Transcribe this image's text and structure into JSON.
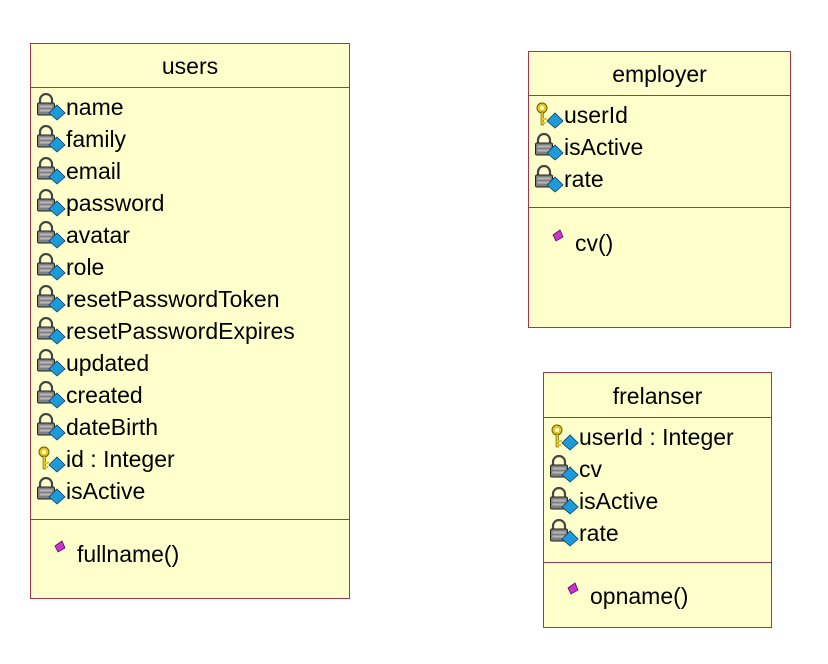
{
  "users": {
    "title": "users",
    "attributes": [
      {
        "label": "name",
        "icon": "private-attribute-icon"
      },
      {
        "label": "family",
        "icon": "private-attribute-icon"
      },
      {
        "label": "email",
        "icon": "private-attribute-icon"
      },
      {
        "label": "password",
        "icon": "private-attribute-icon"
      },
      {
        "label": "avatar",
        "icon": "private-attribute-icon"
      },
      {
        "label": "role",
        "icon": "private-attribute-icon"
      },
      {
        "label": "resetPasswordToken",
        "icon": "private-attribute-icon"
      },
      {
        "label": "resetPasswordExpires",
        "icon": "private-attribute-icon"
      },
      {
        "label": "updated",
        "icon": "private-attribute-icon"
      },
      {
        "label": "created",
        "icon": "private-attribute-icon"
      },
      {
        "label": "dateBirth",
        "icon": "private-attribute-icon"
      },
      {
        "label": "id : Integer",
        "icon": "primary-key-attribute-icon"
      },
      {
        "label": "isActive",
        "icon": "private-attribute-icon"
      }
    ],
    "operations": [
      {
        "label": "fullname()",
        "icon": "public-operation-icon"
      }
    ]
  },
  "employer": {
    "title": "employer",
    "attributes": [
      {
        "label": "userId",
        "icon": "primary-key-attribute-icon"
      },
      {
        "label": "isActive",
        "icon": "private-attribute-icon"
      },
      {
        "label": "rate",
        "icon": "private-attribute-icon"
      }
    ],
    "operations": [
      {
        "label": "cv()",
        "icon": "public-operation-icon"
      }
    ]
  },
  "frelanser": {
    "title": "frelanser",
    "attributes": [
      {
        "label": "userId : Integer",
        "icon": "primary-key-attribute-icon"
      },
      {
        "label": "cv",
        "icon": "private-attribute-icon"
      },
      {
        "label": "isActive",
        "icon": "private-attribute-icon"
      },
      {
        "label": "rate",
        "icon": "private-attribute-icon"
      }
    ],
    "operations": [
      {
        "label": "opname()",
        "icon": "public-operation-icon"
      }
    ]
  },
  "colors": {
    "box_fill": "#ffffcc",
    "box_border": "#a0384a",
    "attribute_diamond": "#1e9ad6",
    "operation_diamond": "#cc33cc",
    "key": "#e8c820"
  }
}
